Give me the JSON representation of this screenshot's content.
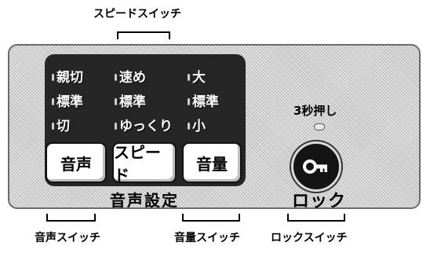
{
  "callouts": {
    "speed_switch": "スピードスイッチ",
    "voice_switch": "音声スイッチ",
    "volume_switch": "音量スイッチ",
    "lock_switch": "ロックスイッチ"
  },
  "indicators": {
    "voice": [
      "親切",
      "標準",
      "切"
    ],
    "speed": [
      "速め",
      "標準",
      "ゆっくり"
    ],
    "volume": [
      "大",
      "標準",
      "小"
    ]
  },
  "buttons": {
    "voice": "音声",
    "speed": "スピード",
    "volume": "音量"
  },
  "panel": {
    "voice_settings_label": "音声設定",
    "lock_hint": "3秒押し",
    "lock_label": "ロック"
  },
  "icons": {
    "lock_button_icon": "key-icon"
  },
  "colors": {
    "panel_background": "#d0d0d0",
    "control_area": "#262626",
    "button_face": "#ffffff"
  }
}
